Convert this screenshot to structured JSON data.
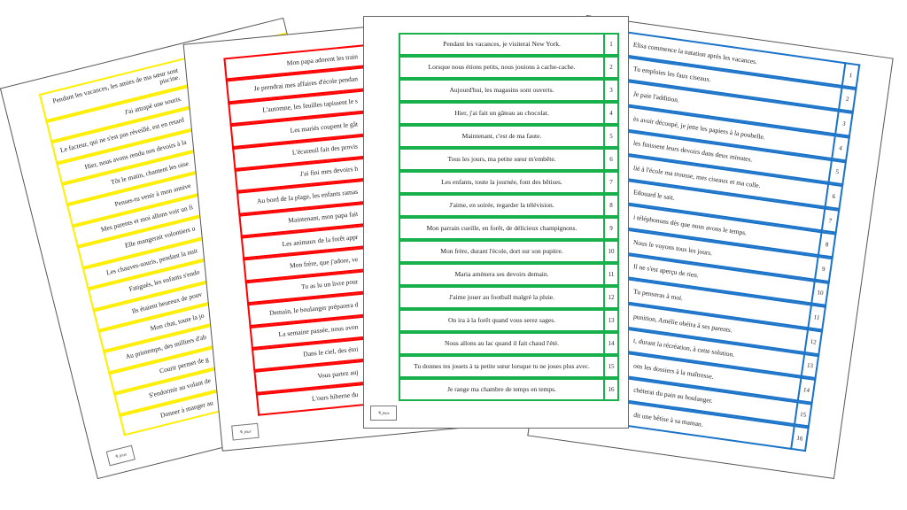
{
  "logo_text": "Kat jeux",
  "colors": {
    "yellow": "#ffee00",
    "red": "#ff0000",
    "green": "#18b04a",
    "blue": "#1a73c8"
  },
  "sheets": {
    "yellow": {
      "rows": [
        "Pendant les vacances, les amies de ma sœur sont piscine.",
        "J'ai attrapé une souris.",
        "Le facteur, qui ne s'est pas réveillé, est en retard",
        "Hier, nous avons rendu nos devoirs à la",
        "Tôt le matin, chantent les oise",
        "Penses-tu venir à mon annive",
        "Mes parents et moi allons voir un fi",
        "Elle mangerait volontiers u",
        "Les chauves-souris, pendant la nuit",
        "Fatigués, les enfants s'endo",
        "Ils étaient heureux de pouv",
        "Mon chat, toute la jo",
        "Au printemps, des milliers d'ab",
        "Courir permet de g",
        "S'endormir au volant de",
        "Donner à manger au"
      ]
    },
    "red": {
      "rows": [
        "Mon papa adorent les train",
        "Je prendrai mes affaires d'école pendan",
        "L'automne, les feuilles tapissent le s",
        "Les mariés coupent le gât",
        "L'écureuil fait des provis",
        "J'ai fini mes devoirs h",
        "Au bord de la plage, les enfants ramas",
        "Maintenant, mon papa fait",
        "Les animaux de la forêt appr",
        "Mon frère, que j'adore, ve",
        "Tu as lu un livre pour",
        "Demain, le boulanger préparera d",
        "La semaine passée, nous avon",
        "Dans le ciel, des étoi",
        "Vous partez auj",
        "L'ours hiberne du"
      ]
    },
    "green": {
      "rows": [
        {
          "text": "Pendant les vacances, je visiterai New York.",
          "num": "1"
        },
        {
          "text": "Lorsque nous étions petits, nous jouions à cache-cache.",
          "num": "2"
        },
        {
          "text": "Aujourd'hui, les magasins sont ouverts.",
          "num": "3"
        },
        {
          "text": "Hier, j'ai fait un gâteau au chocolat.",
          "num": "4"
        },
        {
          "text": "Maintenant, c'est de ma faute.",
          "num": "5"
        },
        {
          "text": "Tous les jours, ma petite sœur m'embête.",
          "num": "6"
        },
        {
          "text": "Les enfants, toute la journée, font des bêtises.",
          "num": "7"
        },
        {
          "text": "J'aime, en soirée, regarder la télévision.",
          "num": "8"
        },
        {
          "text": "Mon parrain cueille, en forêt, de délicieux champignons.",
          "num": "9"
        },
        {
          "text": "Mon frère, durant l'école, dort sur son pupitre.",
          "num": "10"
        },
        {
          "text": "Maria amènera ses devoirs demain.",
          "num": "11"
        },
        {
          "text": "J'aime jouer au football malgré la pluie.",
          "num": "12"
        },
        {
          "text": "On ira à la forêt quand vous serez sages.",
          "num": "13"
        },
        {
          "text": "Nous allons au lac quand il fait chaud l'été.",
          "num": "14"
        },
        {
          "text": "Tu donnes tes jouets à ta petite sœur lorsque tu ne joues plus avec.",
          "num": "15"
        },
        {
          "text": "Je range ma chambre de temps en temps.",
          "num": "16"
        }
      ]
    },
    "blue": {
      "rows": [
        {
          "text": "Elisa commence la natation après les vacances.",
          "num": "1"
        },
        {
          "text": "Tu emploies les faux ciseaux.",
          "num": "2"
        },
        {
          "text": "Je paie l'addition.",
          "num": "3"
        },
        {
          "text": "ès avoir découpé, je jette les papiers à la poubelle.",
          "num": "4"
        },
        {
          "text": "les finissent leurs devoirs dans deux minutes.",
          "num": "5"
        },
        {
          "text": "lié à l'école ma trousse, mes ciseaux et ma colle.",
          "num": "6"
        },
        {
          "text": "Edouard le sait.",
          "num": "7"
        },
        {
          "text": "i téléphonons dès que nous avons le temps.",
          "num": "8"
        },
        {
          "text": "Nous le voyons tous les jours.",
          "num": "9"
        },
        {
          "text": "Il ne s'est aperçu de rien.",
          "num": "10"
        },
        {
          "text": "Tu penseras à moi.",
          "num": "11"
        },
        {
          "text": "punition, Amélie obéira à ses parents.",
          "num": "12"
        },
        {
          "text": "t, durant la récréation, à cette solution.",
          "num": "13"
        },
        {
          "text": "ons les dossiers à la maîtresse.",
          "num": "14"
        },
        {
          "text": "chèterai du pain au boulanger.",
          "num": "15"
        },
        {
          "text": "dit une bêtise à sa maman.",
          "num": "16"
        }
      ]
    }
  }
}
